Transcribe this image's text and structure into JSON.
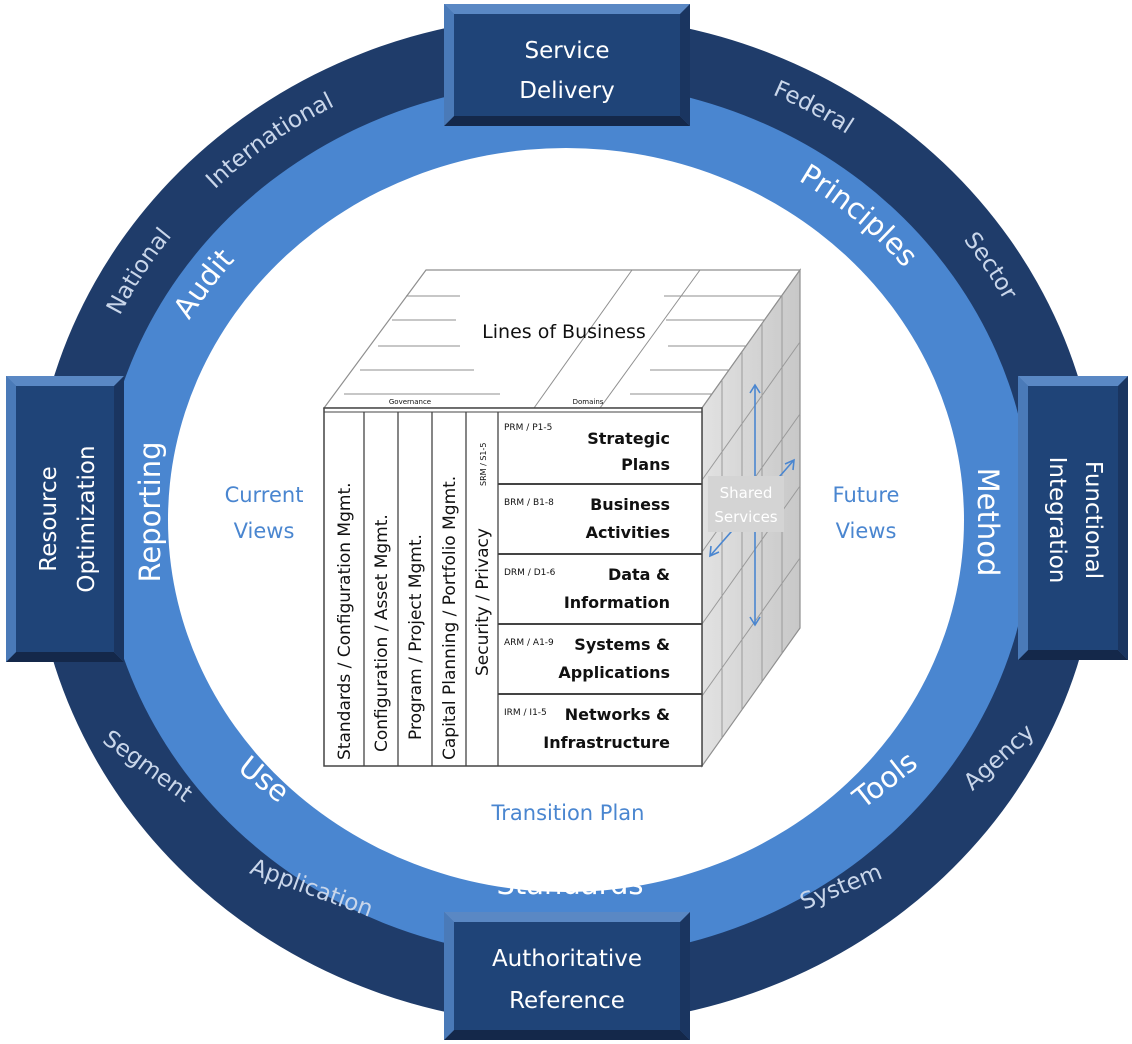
{
  "colors": {
    "outer_ring": "#1f3c6a",
    "middle_ring": "#4a86d0",
    "inner_text": "#4a86d0",
    "box_fill": "#1f4478",
    "box_bevel": "#3b6ba8"
  },
  "boxes": {
    "top": [
      "Service",
      "Delivery"
    ],
    "left": [
      "Resource",
      "Optimization"
    ],
    "right": [
      "Functional",
      "Integration"
    ],
    "bottom": [
      "Authoritative",
      "Reference"
    ]
  },
  "outer_ring": {
    "international": "International",
    "national": "National",
    "federal": "Federal",
    "sector": "Sector",
    "segment": "Segment",
    "application": "Application",
    "system": "System",
    "agency": "Agency"
  },
  "middle_ring": {
    "governance": "Governance",
    "audit": "Audit",
    "principles": "Principles",
    "reporting": "Reporting",
    "method": "Method",
    "use": "Use",
    "tools": "Tools",
    "standards": "Standards"
  },
  "inner": {
    "current_views": [
      "Current",
      "Views"
    ],
    "future_views": [
      "Future",
      "Views"
    ],
    "transition_plan": "Transition Plan"
  },
  "cube": {
    "top_label": "Lines of Business",
    "governance_header": "Governance",
    "domains_header": "Domains",
    "columns": [
      "Standards / Configuration Mgmt.",
      "Configuration / Asset Mgmt.",
      "Program / Project Mgmt.",
      "Capital Planning / Portfolio Mgmt.",
      "Security / Privacy"
    ],
    "srm_label": "SRM / S1-5",
    "shared_services": [
      "Shared",
      "Services"
    ],
    "rows": [
      {
        "code": "PRM / P1-5",
        "title": [
          "Strategic",
          "Plans"
        ]
      },
      {
        "code": "BRM / B1-8",
        "title": [
          "Business",
          "Activities"
        ]
      },
      {
        "code": "DRM / D1-6",
        "title": [
          "Data &",
          "Information"
        ]
      },
      {
        "code": "ARM / A1-9",
        "title": [
          "Systems &",
          "Applications"
        ]
      },
      {
        "code": "IRM / I1-5",
        "title": [
          "Networks &",
          "Infrastructure"
        ]
      }
    ]
  }
}
